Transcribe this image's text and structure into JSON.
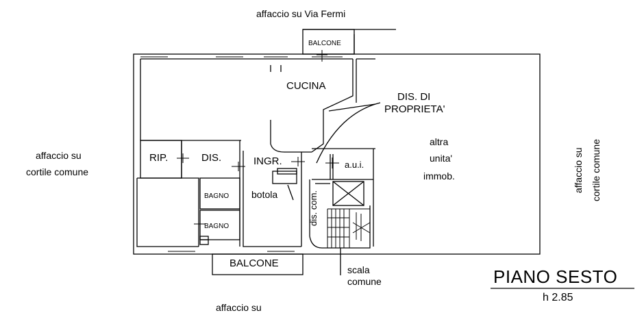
{
  "orientation": {
    "top": "affaccio  su  Via  Fermi",
    "left_line1": "affaccio su",
    "left_line2": "cortile comune",
    "right_line1": "affaccio su",
    "right_line2": "cortile comune",
    "bottom": "affaccio su"
  },
  "rooms": {
    "balcone_top": "BALCONE",
    "cucina": "CUCINA",
    "rip": "RIP.",
    "dis": "DIS.",
    "ingr": "INGR.",
    "bagno_1": "BAGNO",
    "bagno_2": "BAGNO",
    "botola": "botola",
    "balcone_bottom": "BALCONE",
    "aui": "a.u.i.",
    "dis_com": "dis. com.",
    "dis_proprieta_1": "DIS. DI",
    "dis_proprieta_2": "PROPRIETA'",
    "altra_1": "altra",
    "altra_2": "unita'",
    "altra_3": "immob.",
    "scala_1": "scala",
    "scala_2": "comune"
  },
  "title_block": {
    "title": "PIANO SESTO",
    "height": "h 2.85"
  }
}
